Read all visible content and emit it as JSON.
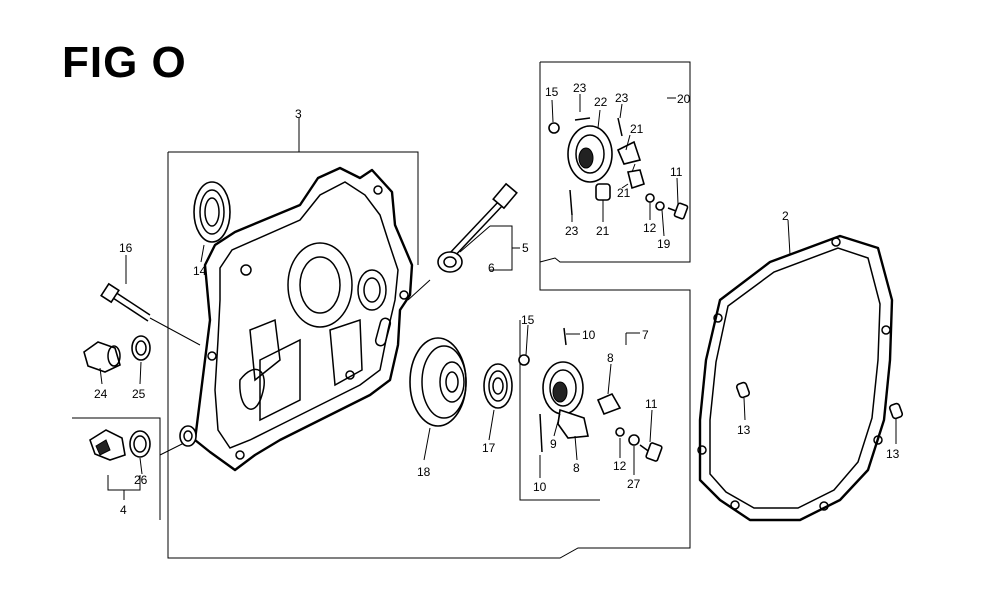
{
  "figure": {
    "title": "FIG O"
  },
  "callouts": [
    {
      "id": "c3",
      "text": "3"
    },
    {
      "id": "c14",
      "text": "14"
    },
    {
      "id": "c16",
      "text": "16"
    },
    {
      "id": "c24",
      "text": "24"
    },
    {
      "id": "c25",
      "text": "25"
    },
    {
      "id": "c26",
      "text": "26"
    },
    {
      "id": "c4",
      "text": "4"
    },
    {
      "id": "c5",
      "text": "5"
    },
    {
      "id": "c6",
      "text": "6"
    },
    {
      "id": "c18",
      "text": "18"
    },
    {
      "id": "c17",
      "text": "17"
    },
    {
      "id": "c9",
      "text": "9"
    },
    {
      "id": "c15b",
      "text": "15"
    },
    {
      "id": "c10a",
      "text": "10"
    },
    {
      "id": "c10b",
      "text": "10"
    },
    {
      "id": "c7",
      "text": "7"
    },
    {
      "id": "c8a",
      "text": "8"
    },
    {
      "id": "c8b",
      "text": "8"
    },
    {
      "id": "c12b",
      "text": "12"
    },
    {
      "id": "c27",
      "text": "27"
    },
    {
      "id": "c11b",
      "text": "11"
    },
    {
      "id": "c15a",
      "text": "15"
    },
    {
      "id": "c23a",
      "text": "23"
    },
    {
      "id": "c22",
      "text": "22"
    },
    {
      "id": "c23b",
      "text": "23"
    },
    {
      "id": "c20",
      "text": "20"
    },
    {
      "id": "c21a",
      "text": "21"
    },
    {
      "id": "c21b",
      "text": "21"
    },
    {
      "id": "c21c",
      "text": "21"
    },
    {
      "id": "c23c",
      "text": "23"
    },
    {
      "id": "c12a",
      "text": "12"
    },
    {
      "id": "c19",
      "text": "19"
    },
    {
      "id": "c11a",
      "text": "11"
    },
    {
      "id": "c2",
      "text": "2"
    },
    {
      "id": "c13a",
      "text": "13"
    },
    {
      "id": "c13b",
      "text": "13"
    }
  ]
}
